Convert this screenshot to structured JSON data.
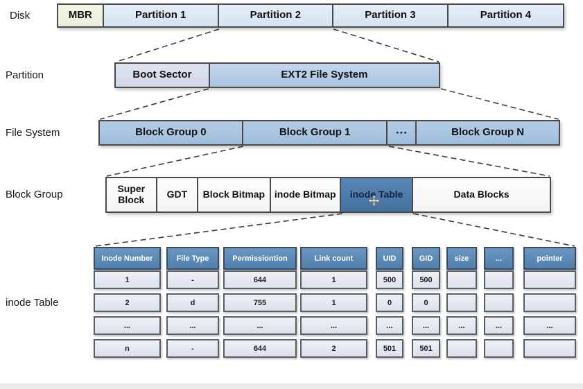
{
  "rows": {
    "disk": {
      "label": "Disk",
      "cells": [
        "MBR",
        "Partition 1",
        "Partition 2",
        "Partition 3",
        "Partition 4"
      ]
    },
    "partition": {
      "label": "Partition",
      "cells": [
        "Boot Sector",
        "EXT2 File System"
      ]
    },
    "file_system": {
      "label": "File System",
      "cells": [
        "Block Group 0",
        "Block Group 1",
        "···",
        "Block Group N"
      ]
    },
    "block_group": {
      "label": "Block Group",
      "cells": [
        "Super Block",
        "GDT",
        "Block Bitmap",
        "inode Bitmap",
        "inode Table",
        "Data Blocks"
      ]
    },
    "inode_table": {
      "label": "inode Table",
      "headers": [
        "Inode Number",
        "File Type",
        "Permissiontion",
        "Link count",
        "UID",
        "GID",
        "size",
        "...",
        "pointer"
      ],
      "data_rows": [
        [
          "1",
          "-",
          "644",
          "1",
          "500",
          "500",
          "",
          "",
          ""
        ],
        [
          "2",
          "d",
          "755",
          "1",
          "0",
          "0",
          "",
          "",
          ""
        ],
        [
          "...",
          "...",
          "...",
          "...",
          "...",
          "...",
          "...",
          "...",
          "..."
        ],
        [
          "n",
          "-",
          "644",
          "2",
          "501",
          "501",
          "",
          "",
          ""
        ]
      ]
    }
  },
  "icons": {
    "move_cursor": "move-cursor-icon"
  },
  "colors": {
    "bar_border": "#4a4a4a",
    "partition_fill": "#d8e6f3",
    "mbr_fill": "#f1f2de",
    "boot_sector_fill": "#d8dded",
    "ext2_fill": "#b4cde7",
    "block_group_fill": "#a9c6e1",
    "inode_table_cell_fill": "#4e7fb1",
    "table_header_fill": "#5d8dba",
    "table_cell_fill": "#e4e8f0",
    "dashed_line": "#3b3b3b",
    "bottom_strip": "#ebebeb"
  }
}
